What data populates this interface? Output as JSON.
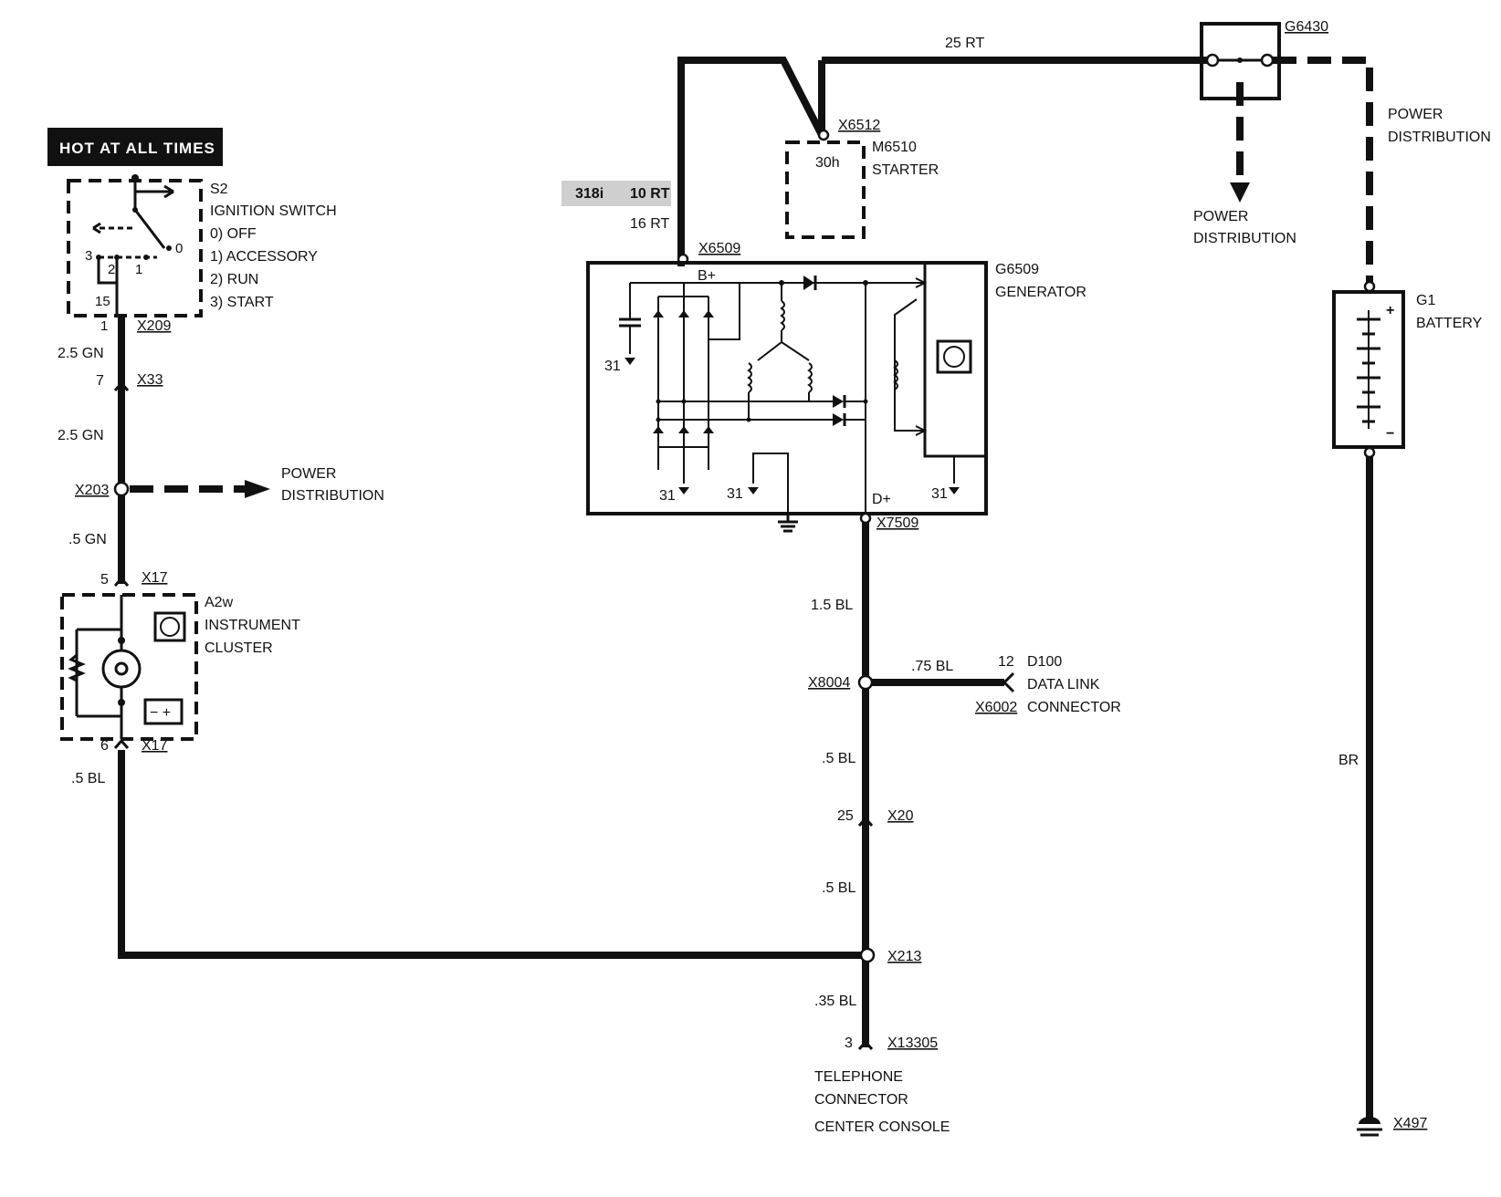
{
  "badge": {
    "hot": "HOT AT ALL TIMES"
  },
  "ignition": {
    "id": "S2",
    "title": "IGNITION SWITCH",
    "positions": [
      "0)   OFF",
      "1)   ACCESSORY",
      "2)   RUN",
      "3)   START"
    ],
    "pins": {
      "p3": "3",
      "p2": "2",
      "p1": "1",
      "p0": "0",
      "p15": "15",
      "out": "1"
    }
  },
  "connectors": {
    "x209": "X209",
    "x33": "X33",
    "x203": "X203",
    "x17a": "X17",
    "x17b": "X17",
    "x6509": "X6509",
    "x6512": "X6512",
    "x7509": "X7509",
    "x8004": "X8004",
    "x6002": "X6002",
    "x20": "X20",
    "x213": "X213",
    "x13305": "X13305",
    "x497": "X497",
    "g6430": "G6430"
  },
  "pins": {
    "x33": "7",
    "x17a": "5",
    "x17b": "6",
    "x20": "25",
    "x13305": "3",
    "d100": "12"
  },
  "wires": {
    "w1": "2.5 GN",
    "w2": "2.5 GN",
    "w3": ".5 GN",
    "w4": ".5 BL",
    "top": "25 RT",
    "v318a": "318i",
    "v318b": "10 RT",
    "w16": "16 RT",
    "w15bl": "1.5 BL",
    "w075": ".75 BL",
    "w05a": ".5 BL",
    "w05b": ".5 BL",
    "w035": ".35 BL",
    "br": "BR"
  },
  "power_dist": {
    "left_line1": "POWER",
    "left_line2": "DISTRIBUTION",
    "mid_line1": "POWER",
    "mid_line2": "DISTRIBUTION",
    "right_line1": "POWER",
    "right_line2": "DISTRIBUTION"
  },
  "cluster": {
    "id": "A2w",
    "line1": "INSTRUMENT",
    "line2": "CLUSTER",
    "battery_symbol": "− +"
  },
  "starter": {
    "id": "M6510",
    "name": "STARTER",
    "terminal": "30h"
  },
  "generator": {
    "id": "G6509",
    "name": "GENERATOR",
    "bplus": "B+",
    "dplus": "D+",
    "g31": [
      "31",
      "31",
      "31",
      "31"
    ]
  },
  "datalink": {
    "id": "D100",
    "line1": "DATA LINK",
    "line2": "CONNECTOR"
  },
  "phone": {
    "line1": "TELEPHONE",
    "line2": "CONNECTOR",
    "line3": "CENTER CONSOLE"
  },
  "battery": {
    "id": "G1",
    "name": "BATTERY",
    "plus": "+",
    "minus": "−"
  }
}
